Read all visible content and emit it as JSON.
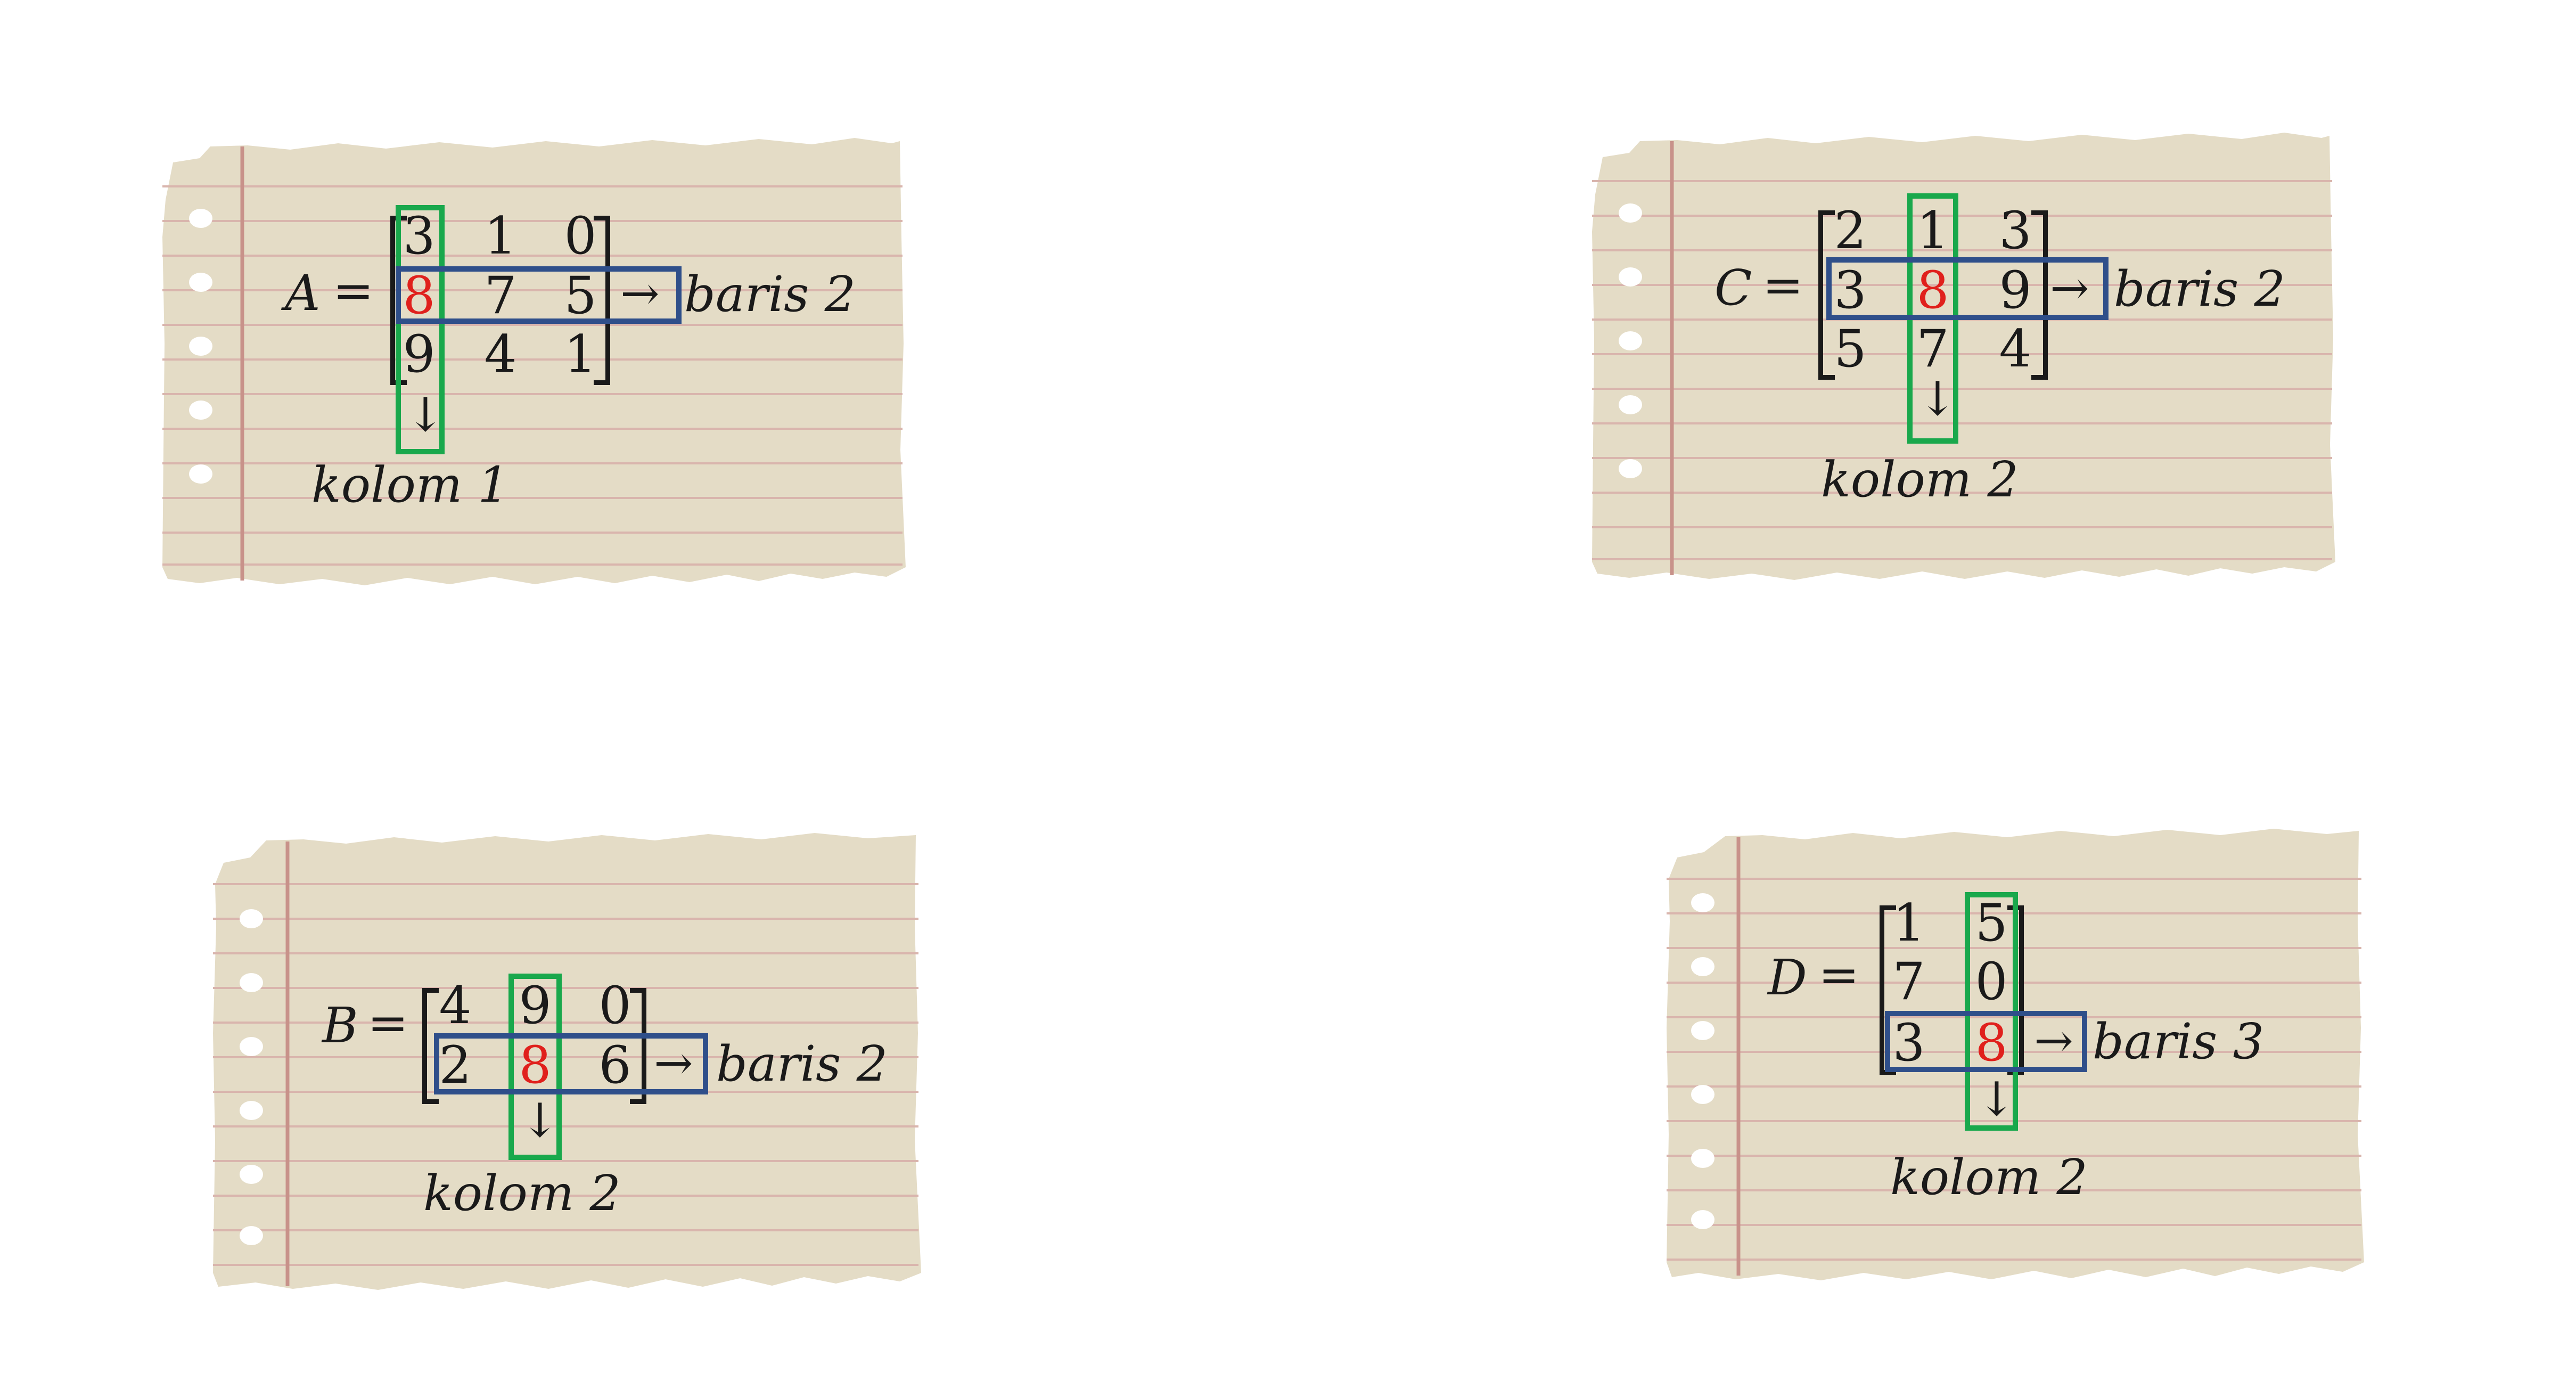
{
  "colors": {
    "paper": "#e4dcc6",
    "rule": "#d9b5ad",
    "margin": "#c8928a",
    "hole": "#ffffff",
    "highlight": "#e0201c",
    "column_box": "#19a84c",
    "row_box": "#2f4f8a"
  },
  "notes": [
    {
      "name": "A",
      "equals": "=",
      "rows": [
        [
          "3",
          "1",
          "0"
        ],
        [
          "8",
          "7",
          "5"
        ],
        [
          "9",
          "4",
          "1"
        ]
      ],
      "highlight": {
        "row": 1,
        "col": 0
      },
      "row_label": "baris 2",
      "col_label": "kolom 1",
      "row_arrow": "→",
      "col_arrow": "↓"
    },
    {
      "name": "C",
      "equals": "=",
      "rows": [
        [
          "2",
          "1",
          "3"
        ],
        [
          "3",
          "8",
          "9"
        ],
        [
          "5",
          "7",
          "4"
        ]
      ],
      "highlight": {
        "row": 1,
        "col": 1
      },
      "row_label": "baris 2",
      "col_label": "kolom 2",
      "row_arrow": "→",
      "col_arrow": "↓"
    },
    {
      "name": "B",
      "equals": "=",
      "rows": [
        [
          "4",
          "9",
          "0"
        ],
        [
          "2",
          "8",
          "6"
        ]
      ],
      "highlight": {
        "row": 1,
        "col": 1
      },
      "row_label": "baris 2",
      "col_label": "kolom 2",
      "row_arrow": "→",
      "col_arrow": "↓"
    },
    {
      "name": "D",
      "equals": "=",
      "rows": [
        [
          "1",
          "5"
        ],
        [
          "7",
          "0"
        ],
        [
          "3",
          "8"
        ]
      ],
      "highlight": {
        "row": 2,
        "col": 1
      },
      "row_label": "baris 3",
      "col_label": "kolom 2",
      "row_arrow": "→",
      "col_arrow": "↓"
    }
  ]
}
